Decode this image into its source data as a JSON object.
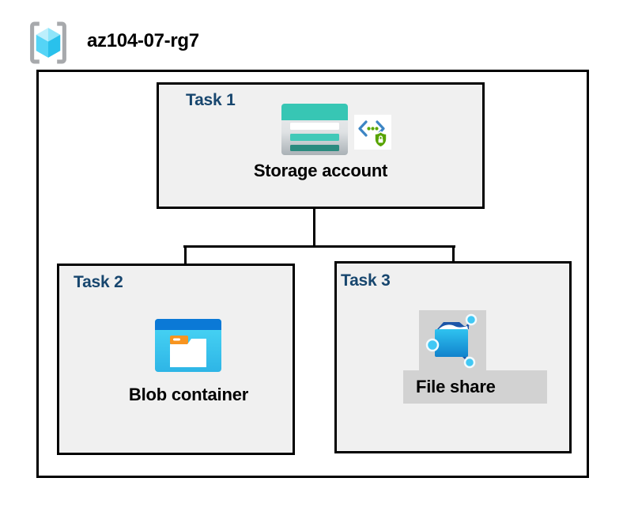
{
  "header": {
    "resource_group": "az104-07-rg7"
  },
  "tasks": {
    "task1": {
      "label": "Task 1",
      "resource": "Storage account"
    },
    "task2": {
      "label": "Task 2",
      "resource": "Blob container"
    },
    "task3": {
      "label": "Task 3",
      "resource": "File share"
    }
  },
  "icons": {
    "header": "resource-group-icon",
    "task1_primary": "storage-account-icon",
    "task1_secondary": "secure-access-shield-icon",
    "task2": "blob-container-icon",
    "task3": "file-share-icon"
  },
  "colors": {
    "task_label_navy": "#17466E",
    "box_fill_gray": "#F0F0F0",
    "border_black": "#000000",
    "icon_label_bg_gray": "#D2D2D2",
    "storage_teal": "#37C6B4",
    "storage_teal_dark": "#2B8B7F",
    "blob_bar_blue": "#0B79D6",
    "blob_body_cyan": "#3BCCF1",
    "blob_tab_orange": "#F79420",
    "file_share_blue": "#1D56A8",
    "node_cyan": "#41C8F4",
    "shield_green": "#57A300",
    "chevron_blue": "#3C85C4",
    "rg_bracket_gray": "#A7A9AC",
    "rg_cube_cyan": "#55D4F6"
  }
}
